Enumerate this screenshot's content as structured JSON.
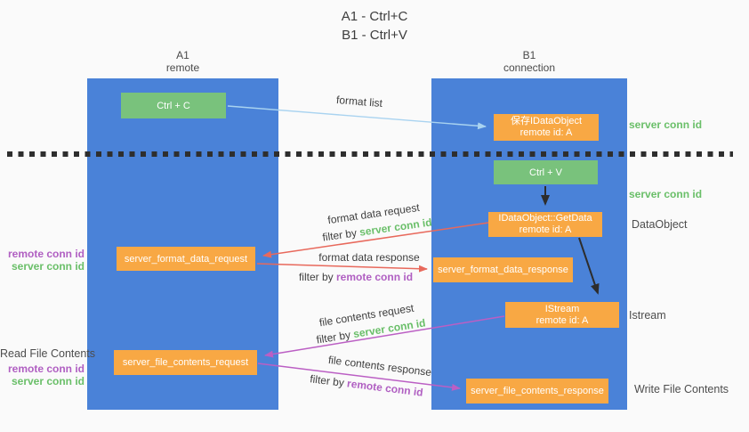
{
  "title": {
    "a1": "A1 - Ctrl+C",
    "b1": "B1 - Ctrl+V"
  },
  "columns": {
    "a1": {
      "name": "A1",
      "subtitle": "remote"
    },
    "b1": {
      "name": "B1",
      "subtitle": "connection"
    }
  },
  "nodes": {
    "ctrl_c": "Ctrl + C",
    "ctrl_v": "Ctrl + V",
    "save_idataobject": {
      "line1": "保存IDataObject",
      "line2": "remote id: A"
    },
    "getdata": {
      "line1": "IDataObject::GetData",
      "line2": "remote id: A"
    },
    "istream": {
      "line1": "IStream",
      "line2": "remote id: A"
    },
    "server_format_data_request": "server_format_data_request",
    "server_format_data_response": "server_format_data_response",
    "server_file_contents_request": "server_file_contents_request",
    "server_file_contents_response": "server_file_contents_response"
  },
  "edge_labels": {
    "format_list": "format list",
    "format_data_request": "format data request",
    "format_data_response": "format data response",
    "file_contents_request": "file contents request",
    "file_contents_response": "file contents response",
    "filter_by": "filter by",
    "server_conn_id": "server conn id",
    "remote_conn_id": "remote conn id"
  },
  "side_labels": {
    "server_conn_id_right_top": "server conn id",
    "server_conn_id_right_mid": "server conn id",
    "dataobject": "DataObject",
    "istream": "Istream",
    "write_file_contents": "Write File Contents",
    "read_file_contents": "Read File Contents",
    "remote_conn_id": "remote conn id",
    "server_conn_id": "server conn id"
  },
  "colors": {
    "lifeline_blue": "#4a82d8",
    "node_green": "#79c27c",
    "node_orange": "#f8a844",
    "arrow_blue": "#a9d3f0",
    "arrow_red": "#e8695c",
    "arrow_purple": "#bb5fc4",
    "arrow_black": "#2d2d2d",
    "label_green": "#6abf69",
    "label_purple": "#b05fc2",
    "label_gray": "#4d4d4d"
  }
}
